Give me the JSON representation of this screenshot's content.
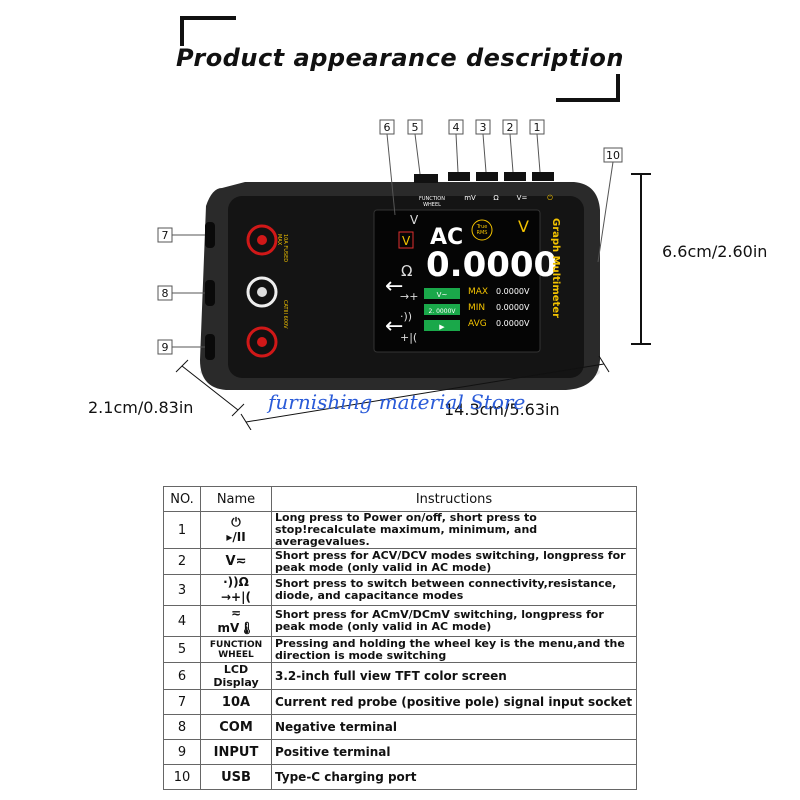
{
  "header": {
    "title": "Product appearance description"
  },
  "device": {
    "callouts": [
      "1",
      "2",
      "3",
      "4",
      "5",
      "6",
      "7",
      "8",
      "9",
      "10"
    ],
    "top_labels": {
      "function_wheel": "FUNCTION\nWHEEL",
      "mv": "mV",
      "v_dc": "V="
    },
    "side_text": "Graph Multimeter",
    "screen": {
      "mode": "AC",
      "badge": "True RMS",
      "unit": "V",
      "reading": "0.0000",
      "max_label": "MAX",
      "max_value": "0.0000V",
      "min_label": "MIN",
      "min_value": "0.0000V",
      "avg_label": "AVG",
      "avg_value": "0.0000V",
      "button1": "V~",
      "button2": "2. 0000V",
      "button3": "▶"
    },
    "jack_labels": {
      "fused": "10A FUSED\nMAX",
      "cat": "CATIII 600V"
    },
    "dimensions": {
      "height": "6.6cm/2.60in",
      "depth": "2.1cm/0.83in",
      "length": "14.3cm/5.63in"
    },
    "watermark": "furnishing material Store"
  },
  "table": {
    "headers": [
      "NO.",
      "Name",
      "Instructions"
    ],
    "rows": [
      {
        "no": "1",
        "name": "⏻\n▸/II",
        "text": "Long press to Power on/off, short press to stop!recalculate maximum, minimum, and averagevalues."
      },
      {
        "no": "2",
        "name": "V≂",
        "text": "Short press for ACV/DCV modes switching, longpress for peak mode (only valid in AC mode)"
      },
      {
        "no": "3",
        "name": "·))Ω\n→+|(",
        "text": "Short press to switch between connectivity,resistance, diode, and capacitance modes"
      },
      {
        "no": "4",
        "name": "≂\nmV🌡",
        "text": "Short press for ACmV/DCmV switching, longpress for peak mode (only valid in AC mode)"
      },
      {
        "no": "5",
        "name": "FUNCTION\nWHEEL",
        "text": "Pressing and holding the wheel key is the menu,and the direction is mode switching"
      },
      {
        "no": "6",
        "name": "LCD Display",
        "text": "3.2-inch full view TFT color screen"
      },
      {
        "no": "7",
        "name": "10A",
        "text": "Current red probe (positive pole) signal input socket"
      },
      {
        "no": "8",
        "name": "COM",
        "text": "Negative terminal"
      },
      {
        "no": "9",
        "name": "INPUT",
        "text": "Positive terminal"
      },
      {
        "no": "10",
        "name": "USB",
        "text": "Type-C charging port"
      }
    ]
  },
  "colors": {
    "screen_accent": "#f2c200",
    "button_green": "#1aa84a",
    "jack_red": "#d01818",
    "watermark": "#2a5bd8"
  }
}
